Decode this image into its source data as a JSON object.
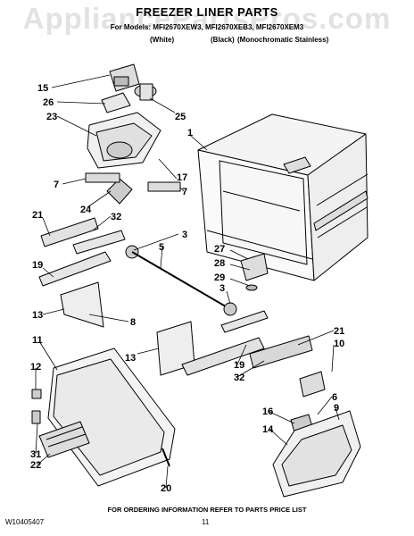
{
  "watermark": "AppliancePartsPros.com",
  "title": "FREEZER LINER PARTS",
  "subtitle": "For Models: MFI2670XEW3, MFI2670XEB3, MFI2670XEM3",
  "colors": [
    "(White)",
    "(Black)",
    "(Monochromatic Stainless)"
  ],
  "callouts": [
    "15",
    "26",
    "23",
    "25",
    "1",
    "17",
    "7",
    "7",
    "24",
    "21",
    "32",
    "3",
    "5",
    "19",
    "27",
    "28",
    "29",
    "3",
    "13",
    "8",
    "21",
    "10",
    "11",
    "13",
    "19",
    "32",
    "12",
    "6",
    "9",
    "16",
    "14",
    "31",
    "22",
    "20"
  ],
  "footer_note": "FOR ORDERING INFORMATION REFER TO PARTS PRICE LIST",
  "doc_id": "W10405407",
  "page_number": "11"
}
